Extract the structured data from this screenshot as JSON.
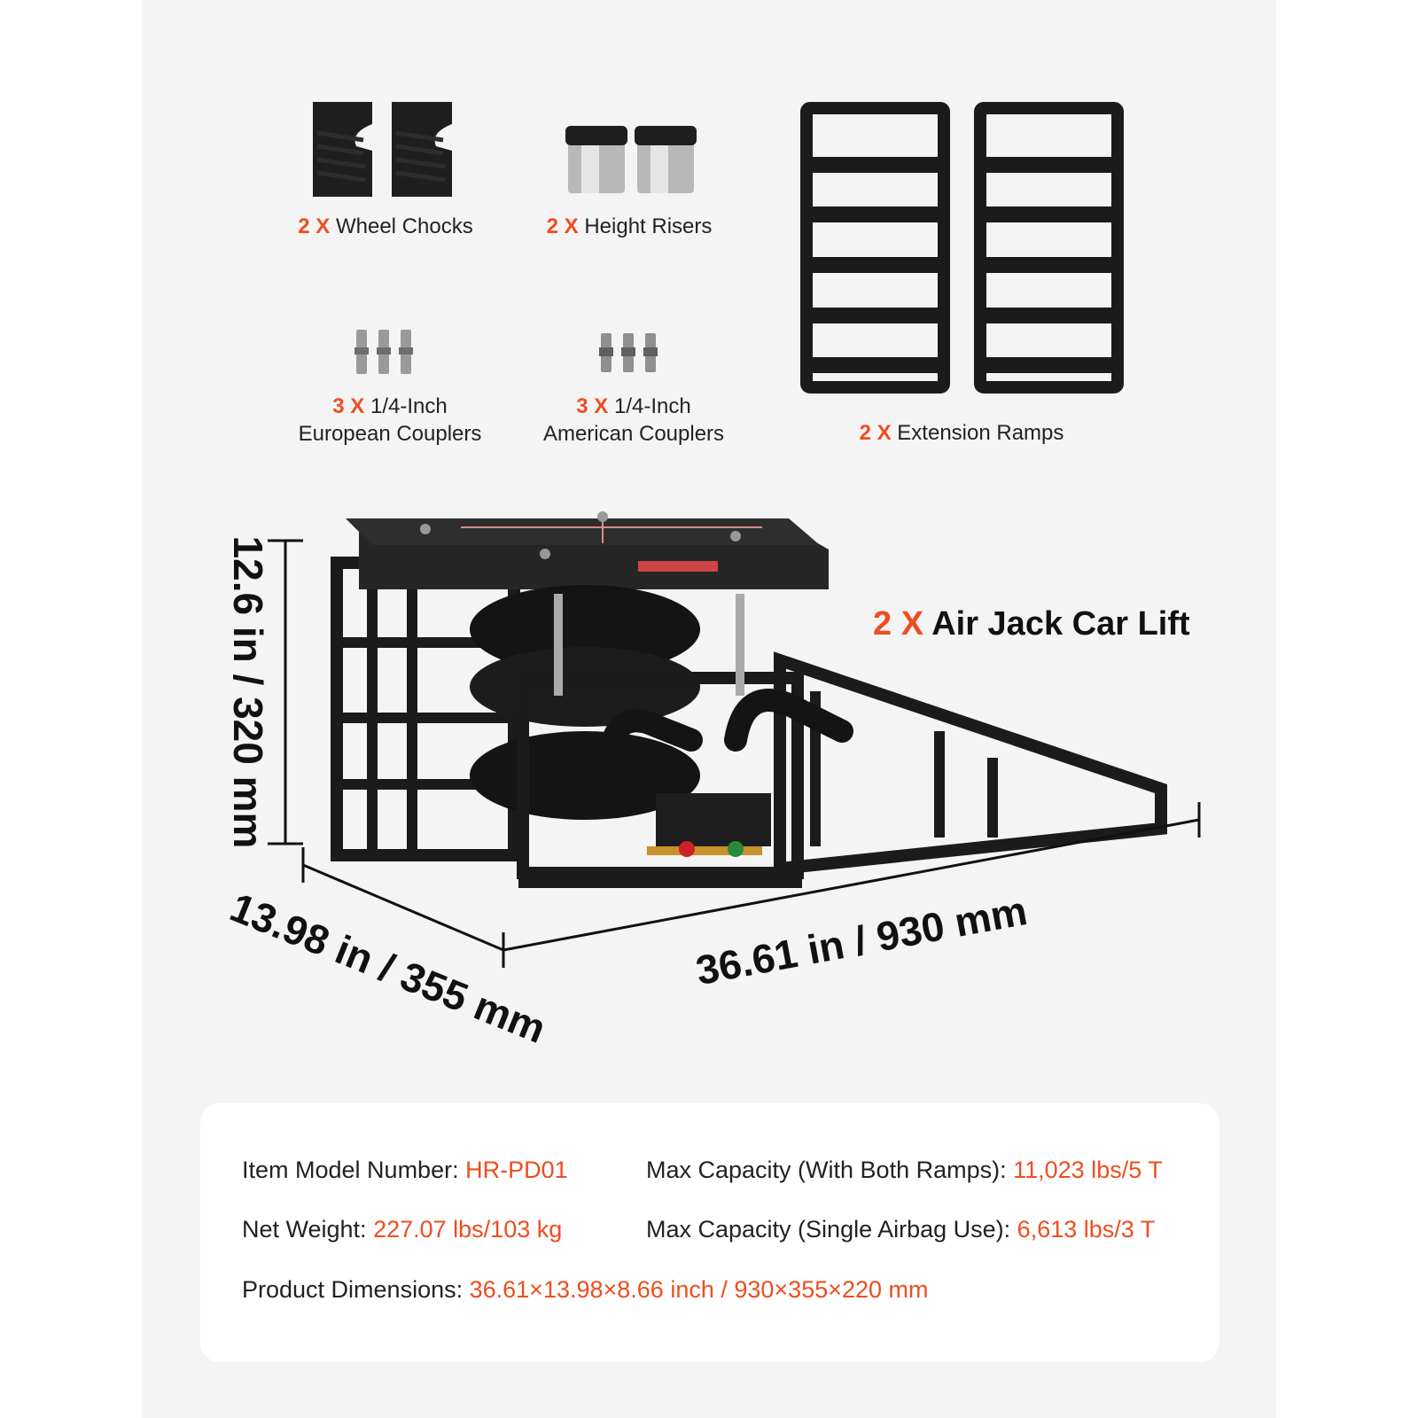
{
  "accessories": [
    {
      "qty": "2 X",
      "label": "Wheel Chocks"
    },
    {
      "qty": "2 X",
      "label": "Height Risers"
    },
    {
      "qty": "3 X",
      "label_line1": "1/4-Inch",
      "label_line2": "European Couplers"
    },
    {
      "qty": "3 X",
      "label_line1": "1/4-Inch",
      "label_line2": "American Couplers"
    },
    {
      "qty": "2 X",
      "label": "Extension Ramps"
    }
  ],
  "main_product": {
    "qty": "2 X",
    "label": "Air Jack Car Lift"
  },
  "dimensions": {
    "height": "12.6 in / 320 mm",
    "width": "13.98 in / 355 mm",
    "length": "36.61 in / 930 mm"
  },
  "specs": {
    "model_label": "Item Model Number: ",
    "model_value": "HR-PD01",
    "net_weight_label": "Net Weight: ",
    "net_weight_value": "227.07 lbs/103 kg",
    "max_both_label": "Max Capacity (With Both Ramps): ",
    "max_both_value": "11,023 lbs/5 T",
    "max_single_label": "Max Capacity (Single Airbag Use): ",
    "max_single_value": "6,613 lbs/3 T",
    "dims_label": "Product Dimensions: ",
    "dims_value": "36.61×13.98×8.66 inch / 930×355×220 mm"
  },
  "colors": {
    "accent": "#ee4d1f",
    "panel": "#f4f4f4",
    "product": "#1b1b1b"
  },
  "icons": [
    "wheel-chock-icon",
    "height-riser-icon",
    "european-coupler-icon",
    "american-coupler-icon",
    "extension-ramp-icon",
    "air-jack-lift-icon"
  ]
}
